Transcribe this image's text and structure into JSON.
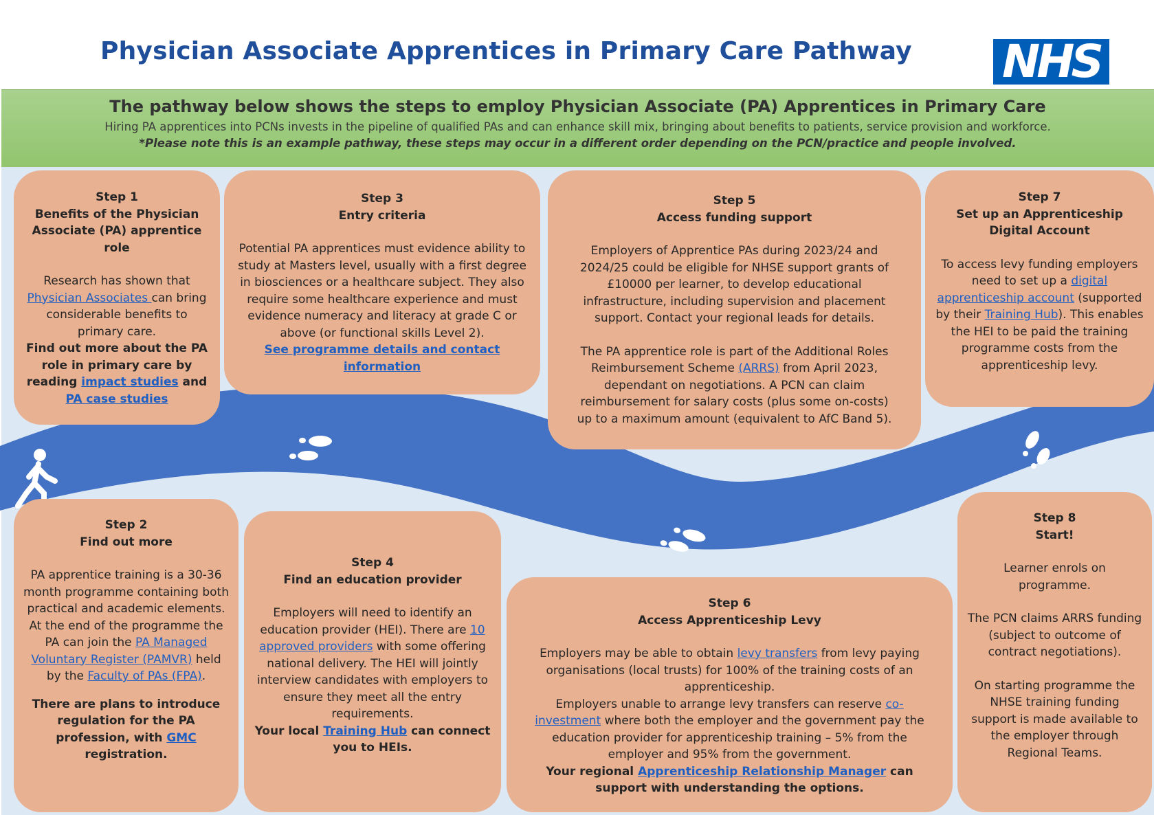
{
  "header": {
    "title": "Physician Associate Apprentices in Primary Care Pathway",
    "logo_text": "NHS"
  },
  "banner": {
    "heading": "The pathway below shows the steps to employ Physician Associate (PA) Apprentices in Primary Care",
    "subtitle": "Hiring PA apprentices into PCNs invests in the pipeline of qualified PAs and can enhance skill mix, bringing about benefits to patients, service provision and workforce.",
    "note": "*Please note this is an example pathway, these steps may occur in a different order depending on the PCN/practice and people involved."
  },
  "colors": {
    "title": "#1f4e9b",
    "nhs_blue": "#005eb8",
    "banner_green": "#9ccb7c",
    "background": "#dde8f5",
    "road": "#4472c4",
    "card": "#e8b192",
    "link": "#1f5fc2"
  },
  "icons": [
    "walking-person-icon",
    "footprints-icon"
  ],
  "steps": {
    "s1": {
      "step": "Step 1",
      "title": "Benefits of the Physician Associate (PA) apprentice role",
      "p1a": "Research has shown that ",
      "p1link": "Physician Associates ",
      "p1b": "can bring considerable benefits to primary care.",
      "b1": "Find out more about the PA role in primary care by reading ",
      "l2": "impact studies",
      "b2": " and ",
      "l3": "PA case studies"
    },
    "s2": {
      "step": "Step 2",
      "title": "Find out more",
      "p1a": "PA apprentice training is a 30-36 month programme containing both practical and academic  elements. At the end of the programme the PA can join the ",
      "l1": "PA Managed Voluntary Register (PAMVR)",
      "p1b": " held by the ",
      "l2": "Faculty of PAs (FPA)",
      "p1c": ".",
      "b1": "There are plans to introduce regulation for the PA profession, with ",
      "l3": "GMC",
      "b2": " registration."
    },
    "s3": {
      "step": "Step 3",
      "title": "Entry criteria",
      "p1": "Potential PA apprentices must evidence ability to study at Masters level, usually with a first degree in biosciences or a healthcare subject. They also require some healthcare experience and must evidence numeracy and literacy at grade C or above (or functional skills Level 2).",
      "l1": "See programme details and contact information"
    },
    "s4": {
      "step": "Step 4",
      "title": "Find an education provider",
      "p1a": "Employers will need to identify an education provider (HEI). There are ",
      "l1": "10 approved providers",
      "p1b": " with some offering national delivery.  The HEI will jointly interview candidates with employers to ensure they meet all the entry requirements.",
      "b1": "Your local ",
      "l2": "Training Hub",
      "b2": " can connect you to HEIs."
    },
    "s5": {
      "step": "Step 5",
      "title": "Access funding support",
      "p1": "Employers of Apprentice PAs during 2023/24  and 2024/25  could be eligible for NHSE support grants of £10000  per learner, to develop educational infrastructure, including supervision and placement support.  Contact your regional leads for details.",
      "p2a": "The PA apprentice role is part of the Additional Roles Reimbursement Scheme  ",
      "l1": "(ARRS)",
      "p2b": " from April 2023, dependant on negotiations.  A PCN can claim reimbursement for salary costs (plus some on-costs) up to a maximum amount (equivalent to AfC Band 5)."
    },
    "s6": {
      "step": "Step 6",
      "title": "Access Apprenticeship Levy",
      "p1a": "Employers may be able to obtain ",
      "l1": "levy transfers",
      "p1b": " from levy paying organisations (local trusts) for 100% of the training costs of an apprenticeship.",
      "p2a": "Employers unable to arrange levy transfers can reserve ",
      "l2": "co-investment",
      "p2b": " where both the employer and the government pay the education provider for apprenticeship training – 5% from the employer and 95% from the government.",
      "b1": "Your regional ",
      "l3": "Apprenticeship Relationship Manager",
      "b2": " can support with understanding the options."
    },
    "s7": {
      "step": "Step 7",
      "title": "Set up an Apprenticeship Digital Account",
      "p1a": "To access levy funding employers need to set up a ",
      "l1": "digital apprenticeship account",
      "p1b": " (supported by their ",
      "l2": "Training Hub",
      "p1c": ").  This enables the HEI to be paid the training programme costs from the apprenticeship levy."
    },
    "s8": {
      "step": "Step 8",
      "title": "Start!",
      "p1": "Learner enrols on programme.",
      "p2": "The PCN claims ARRS funding (subject to outcome of contract negotiations).",
      "p3": "On starting programme the NHSE training funding support is made available to the employer through Regional Teams."
    }
  }
}
